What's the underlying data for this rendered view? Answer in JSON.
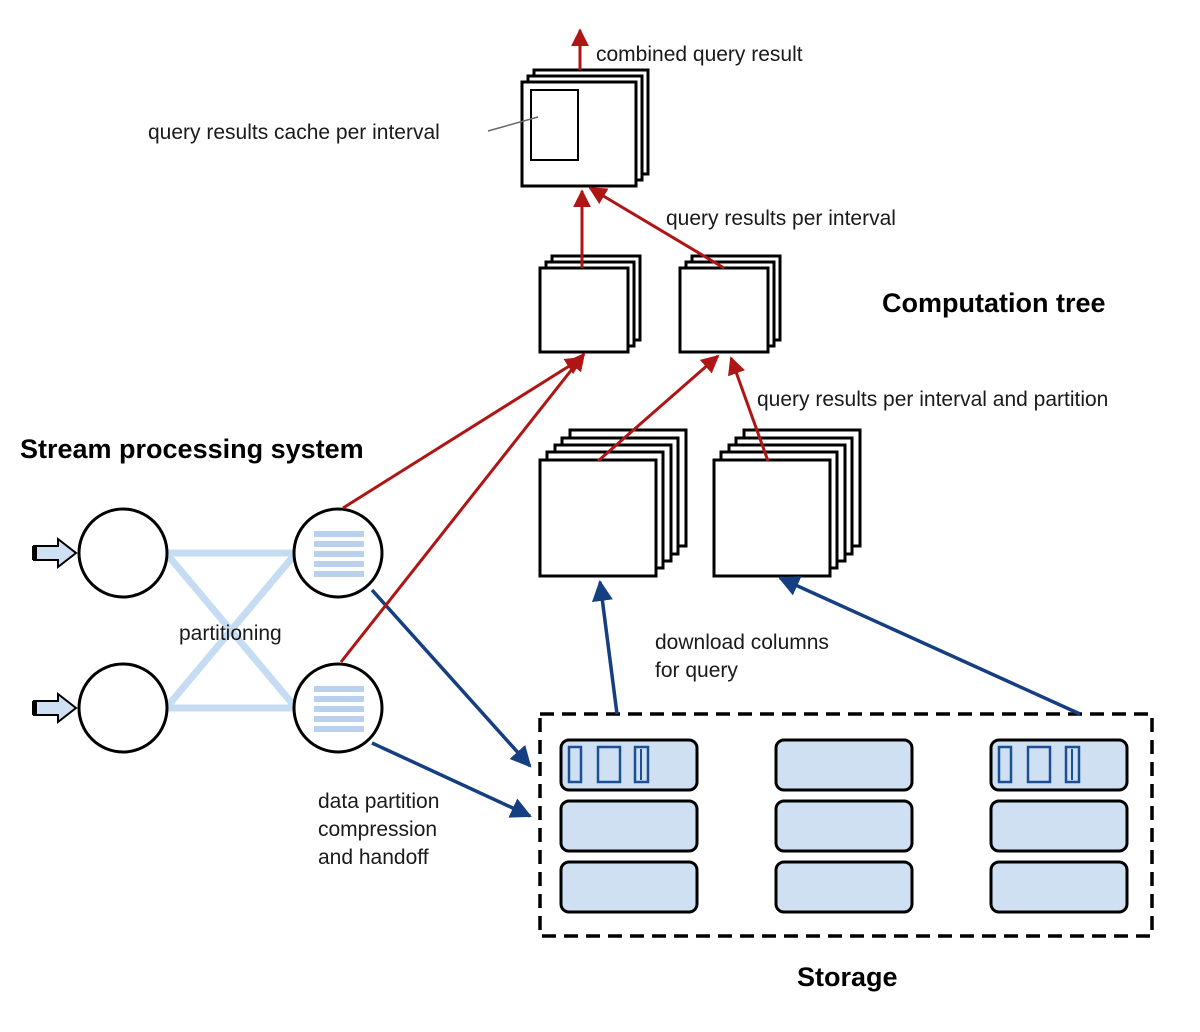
{
  "sections": {
    "stream": "Stream processing system",
    "computation": "Computation tree",
    "storage": "Storage"
  },
  "labels": {
    "combined": "combined query result",
    "cache": "query results cache per interval",
    "per_interval": "query results per interval",
    "per_partition": "query results per interval and partition",
    "partitioning": "partitioning",
    "download_1": "download columns",
    "download_2": "for query",
    "handoff_1": "data partition",
    "handoff_2": "compression",
    "handoff_3": "and handoff"
  },
  "colors": {
    "query_arrow": "#b01515",
    "data_arrow": "#153f80",
    "partition_line": "#c6dcf2",
    "storage_cell": "#cfe0f3"
  }
}
